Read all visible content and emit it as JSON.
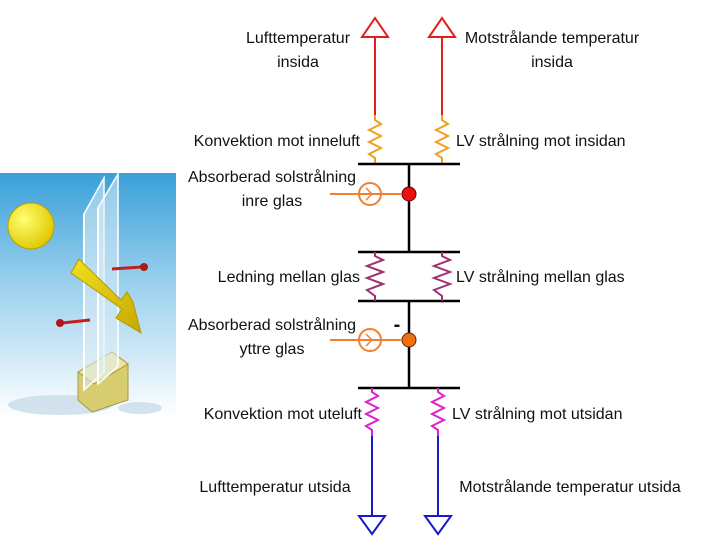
{
  "labels": {
    "air_temp_inside_1": "Lufttemperatur",
    "air_temp_inside_2": "insida",
    "radiant_temp_inside_1": "Motstrålande temperatur",
    "radiant_temp_inside_2": "insida",
    "convection_inside": "Konvektion mot inneluft",
    "lw_radiation_inside": "LV strålning mot insidan",
    "absorbed_inner_1": "Absorberad solstrålning",
    "absorbed_inner_2": "inre glas",
    "conduction_between": "Ledning mellan glas",
    "lw_radiation_between": "LV strålning mellan glas",
    "absorbed_outer_1": "Absorberad solstrålning",
    "absorbed_outer_2": "yttre glas",
    "dash_mark": "-",
    "convection_outside": "Konvektion mot uteluft",
    "lw_radiation_outside": "LV strålning mot utsidan",
    "air_temp_outside": "Lufttemperatur utsida",
    "radiant_temp_outside": "Motstrålande temperatur utsida"
  },
  "colors": {
    "inside_lines": "#e0201c",
    "outside_lines": "#1a1ac8",
    "spring_inside": "#f0a020",
    "spring_between": "#a03070",
    "spring_outside": "#e020d0",
    "node_inner": "#e81010",
    "node_outer": "#f07010",
    "source_lines": "#f08030",
    "skeleton": "#000000"
  },
  "illustration": {
    "sun": "sun-icon",
    "glass": "double-glazing-icon",
    "arrow": "solar-ray-arrow-icon"
  }
}
